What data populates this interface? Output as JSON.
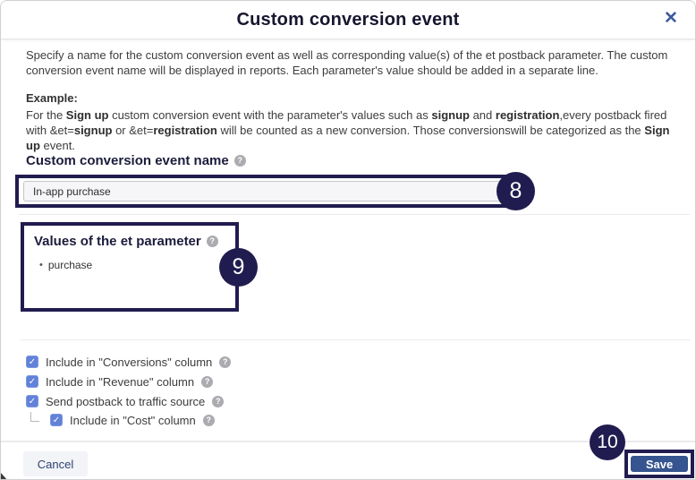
{
  "colors": {
    "annotation_navy": "#211c4f",
    "close_icon_blue": "#3c5a9c",
    "save_button_bg": "#36548f",
    "checkbox_blue": "#6282d9",
    "cancel_button_bg": "#f3f4f7",
    "title_text": "#16162f"
  },
  "icons": {
    "close": "✕",
    "help": "?",
    "check": "✓",
    "bullet": "•"
  },
  "header": {
    "title": "Custom conversion event"
  },
  "intro": "Specify a name for the custom conversion event as well as corresponding value(s) of the et postback parameter. The custom conversion event name will be displayed in reports. Each parameter's value should be added in a separate line.",
  "example": {
    "label": "Example:",
    "segments": [
      {
        "text": "For the ",
        "bold": false
      },
      {
        "text": "Sign up",
        "bold": true
      },
      {
        "text": " custom conversion event with the parameter's values such as ",
        "bold": false
      },
      {
        "text": "signup",
        "bold": true
      },
      {
        "text": " and ",
        "bold": false
      },
      {
        "text": "registration",
        "bold": true
      },
      {
        "text": ",every postback fired with &et=",
        "bold": false
      },
      {
        "text": "signup",
        "bold": true
      },
      {
        "text": " or &et=",
        "bold": false
      },
      {
        "text": "registration",
        "bold": true
      },
      {
        "text": " will be counted as a new conversion. Those conversionswill be categorized as the ",
        "bold": false
      },
      {
        "text": "Sign up",
        "bold": true
      },
      {
        "text": " event.",
        "bold": false
      }
    ]
  },
  "event_name": {
    "label": "Custom conversion event name",
    "value": "In-app purchase"
  },
  "values_section": {
    "label": "Values of the et parameter",
    "items": [
      "purchase"
    ]
  },
  "checkboxes": [
    {
      "label": "Include in \"Conversions\" column",
      "checked": true,
      "indented": false
    },
    {
      "label": "Include in \"Revenue\" column",
      "checked": true,
      "indented": false
    },
    {
      "label": "Send postback to traffic source",
      "checked": true,
      "indented": false
    },
    {
      "label": "Include in \"Cost\" column",
      "checked": true,
      "indented": true
    }
  ],
  "annotations": {
    "step8": "8",
    "step9": "9",
    "step10": "10"
  },
  "footer": {
    "cancel_label": "Cancel",
    "save_label": "Save"
  }
}
